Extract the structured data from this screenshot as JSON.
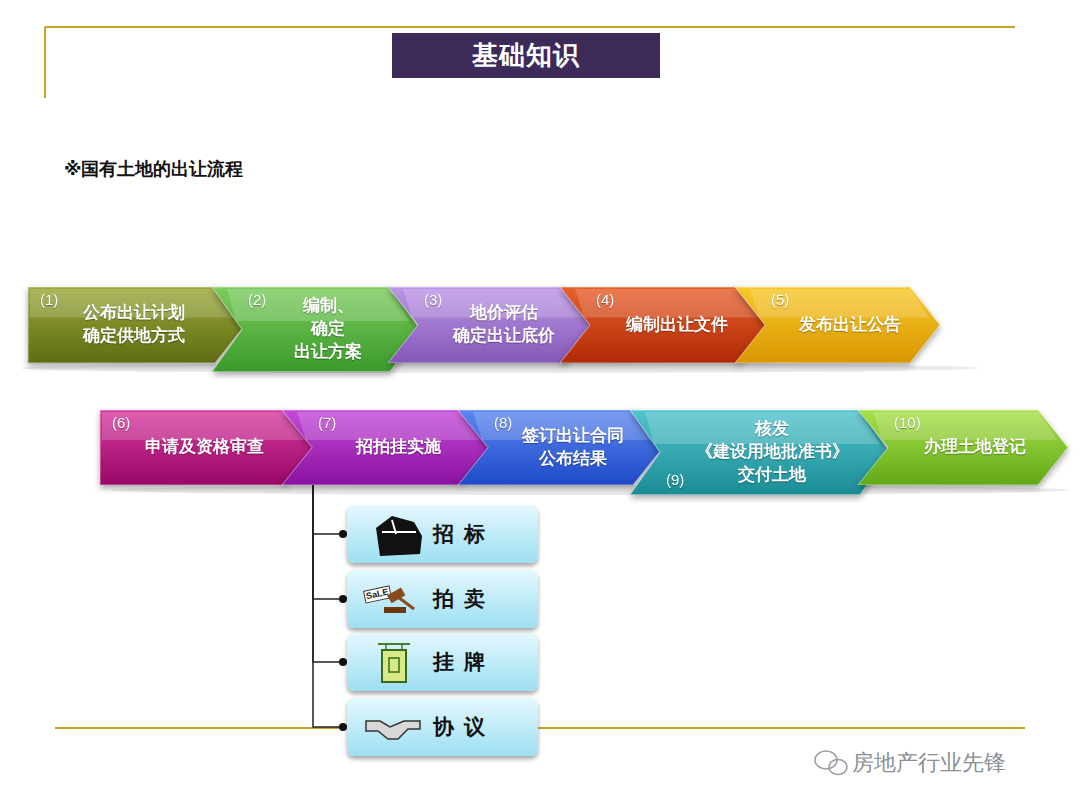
{
  "diagram": {
    "title": "基础知识",
    "nodes": [
      {
        "text": [
          "(1)",
          "公布出让计划 确定供地方式"
        ]
      },
      {
        "text": [
          "(2)",
          "编制、确定 出让方案"
        ]
      },
      {
        "text": [
          "(3)",
          "地价评估 确定出让底价"
        ]
      },
      {
        "text": [
          "(4)",
          "编制出让文件"
        ]
      },
      {
        "text": [
          "(5)",
          "发布出让公告"
        ]
      },
      {
        "text": [
          "(6)",
          "申请及资格审查"
        ]
      },
      {
        "text": [
          "(7)",
          "招拍挂实施"
        ]
      },
      {
        "text": [
          "(8)",
          "签订出让合同 公布结果"
        ]
      },
      {
        "text": [
          "核发《建设用地批准书》 交付土地",
          "(9)"
        ]
      },
      {
        "text": [
          "(10)",
          "办理土地登记"
        ]
      },
      {
        "text": [
          "招 标"
        ]
      },
      {
        "text": [
          "拍 卖"
        ]
      },
      {
        "text": [
          "挂 牌"
        ]
      },
      {
        "text": [
          "协 议"
        ]
      }
    ],
    "edges": [
      {
        "from": 6,
        "to": 10,
        "arrow": "none"
      },
      {
        "from": 6,
        "to": 11,
        "arrow": "none"
      },
      {
        "from": 6,
        "to": 12,
        "arrow": "none"
      },
      {
        "from": 6,
        "to": 13,
        "arrow": "none"
      }
    ],
    "labels": [
      "※国有土地的出让流程",
      "SaLE",
      "房地产行业先锋"
    ]
  }
}
